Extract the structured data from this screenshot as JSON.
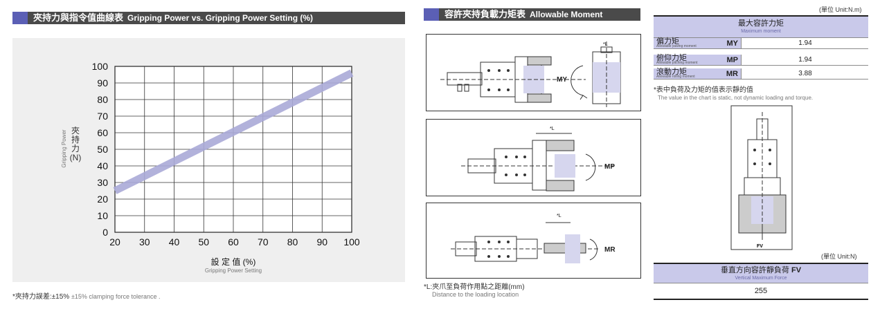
{
  "left": {
    "header_zh": "夾持力與指令值曲線表",
    "header_en": "Gripping Power vs. Gripping Power Setting (%)",
    "footnote_zh": "*夾持力誤差:±15%",
    "footnote_en": "±15% clamping force tolerance ."
  },
  "chart_data": {
    "type": "line",
    "x": [
      20,
      100
    ],
    "y": [
      25,
      96
    ],
    "xlim": [
      20,
      100
    ],
    "ylim": [
      0,
      100
    ],
    "xticks": [
      "20",
      "30",
      "40",
      "50",
      "60",
      "70",
      "80",
      "90",
      "100"
    ],
    "yticks": [
      "0",
      "10",
      "20",
      "30",
      "40",
      "50",
      "60",
      "70",
      "80",
      "90",
      "100"
    ],
    "xlabel_zh": "設 定 值 (%)",
    "xlabel_en": "Gripping Power Setting",
    "ylabel_zh": "夾持力(N)",
    "ylabel_zh_chars": [
      "夾",
      "持",
      "力",
      "(N)"
    ],
    "ylabel_en": "Gripping Power",
    "grid": true,
    "line_color": "#aaaad8"
  },
  "middle": {
    "header_zh": "容許夾持負載力矩表",
    "header_en": "Allowable Moment",
    "label_my": "MY",
    "label_mp": "MP",
    "label_mr": "MR",
    "label_l": "L",
    "footnote_zh": "*L:夾爪至負荷作用點之距離(mm)",
    "footnote_en": "Distance to the loading location"
  },
  "right": {
    "unit_top": "(單位 Unit:N.m)",
    "table_title_zh": "最大容許力矩",
    "table_title_en": "Maximum moment",
    "rows": [
      {
        "zh": "偏力矩",
        "en": "Allowable yawing moment",
        "code": "MY",
        "value": "1.94"
      },
      {
        "zh": "俯仰力矩",
        "en": "Allowable pitching moment",
        "code": "MP",
        "value": "1.94"
      },
      {
        "zh": "滾動力矩",
        "en": "Allowable rolling moment",
        "code": "MR",
        "value": "3.88"
      }
    ],
    "note_zh": "*表中負荷及力矩的值表示靜的值",
    "note_en": "The value in the chart is static, not dynamic loading and torque.",
    "fv_label": "FV",
    "unit_bottom": "(單位 Unit:N)",
    "fv_title_zh": "垂直方向容許靜負荷",
    "fv_code": "FV",
    "fv_title_en": "Vertical Maximum Force",
    "fv_value": "255"
  }
}
